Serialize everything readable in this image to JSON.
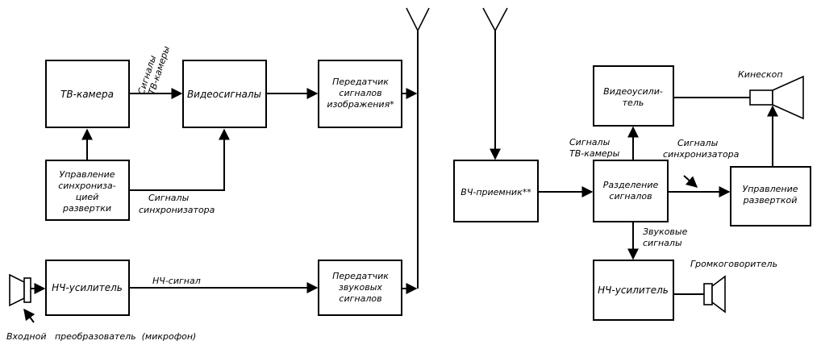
{
  "blocks": {
    "tv_camera": "ТВ-камера",
    "video_signals": "Видеосигналы",
    "video_tx": [
      "Передатчик",
      "сигналов",
      "изображения*"
    ],
    "sync_control": [
      "Управление",
      "синхрониза-",
      "цией",
      "развертки"
    ],
    "lf_amp_tx": "НЧ-усилитель",
    "audio_tx": [
      "Передатчик",
      "звуковых",
      "сигналов"
    ],
    "hf_receiver": "ВЧ-приемник**",
    "signal_separation": [
      "Разделение",
      "сигналов"
    ],
    "video_amp": [
      "Видеоусили-",
      "тель"
    ],
    "sweep_control": [
      "Управление",
      "разверткой"
    ],
    "lf_amp_rx": "НЧ-усилитель"
  },
  "labels": {
    "camera_signals_tx": [
      "Сигналы",
      "ТВ-камеры"
    ],
    "sync_signals_tx": [
      "Сигналы",
      "синхронизатора"
    ],
    "lf_signal": "НЧ-сигнал",
    "input_transducer": "Входной   преобразователь  (микрофон)",
    "camera_signals_rx": [
      "Сигналы",
      "ТВ-камеры"
    ],
    "sync_signals_rx": [
      "Сигналы",
      "синхронизатора"
    ],
    "sound_signals": [
      "Звуковые",
      "сигналы"
    ],
    "kinescope": "Кинескоп",
    "loudspeaker": "Громкоговоритель"
  }
}
